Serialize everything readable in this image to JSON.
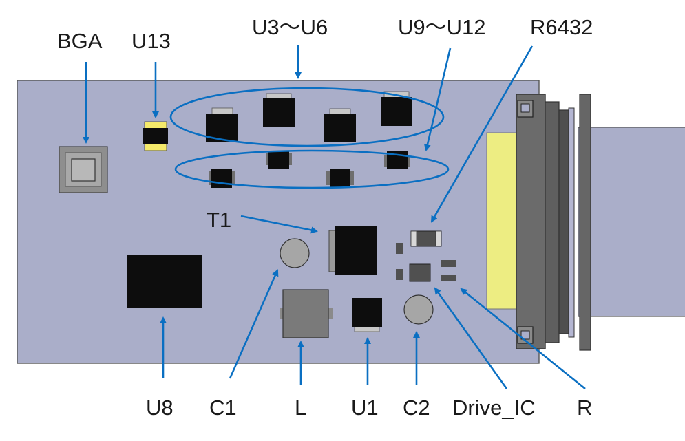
{
  "labels": {
    "bga": "BGA",
    "u13": "U13",
    "u3_u6": "U3～U6",
    "u9_u12": "U9～U12",
    "r6432": "R6432",
    "t1": "T1",
    "u8": "U8",
    "c1": "C1",
    "l": "L",
    "u1": "U1",
    "c2": "C2",
    "drive_ic": "Drive_IC",
    "r": "R"
  },
  "colors": {
    "board": "#aaaec9",
    "arrow": "#0a6fc2",
    "component": "#0d0d0d",
    "connector": "#6b6b6b",
    "yellow_strip": "#eded82"
  }
}
